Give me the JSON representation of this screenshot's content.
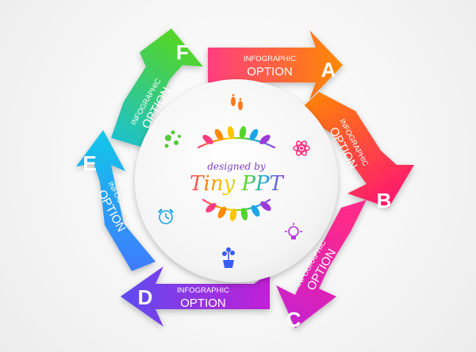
{
  "segments": [
    {
      "letter": "A",
      "line1": "INFOGRAPHIC",
      "line2": "OPTION",
      "color1": "#ff3d7f",
      "color2": "#ff8a00"
    },
    {
      "letter": "B",
      "line1": "INFOGRAPHIC",
      "line2": "OPTION",
      "color1": "#ff8a00",
      "color2": "#ff1e6a"
    },
    {
      "letter": "C",
      "line1": "INFOGRAPHIC",
      "line2": "OPTION",
      "color1": "#ff2a8a",
      "color2": "#c21fd6"
    },
    {
      "letter": "D",
      "line1": "INFOGRAPHIC",
      "line2": "OPTION",
      "color1": "#c21fd6",
      "color2": "#5b4cf0"
    },
    {
      "letter": "E",
      "line1": "INFOGRAPHIC",
      "line2": "OPTION",
      "color1": "#3f7bff",
      "color2": "#12c8e8"
    },
    {
      "letter": "F",
      "line1": "INFOGRAPHIC",
      "line2": "OPTION",
      "color1": "#19c0d8",
      "color2": "#52d42b"
    }
  ],
  "logo": {
    "tagline": "designed by",
    "brand": "Tiny PPT"
  },
  "icons": [
    {
      "name": "footprints-icon",
      "color": "#ff7a1a"
    },
    {
      "name": "atom-icon",
      "color": "#ff2a7a"
    },
    {
      "name": "lightbulb-icon",
      "color": "#b43ad6"
    },
    {
      "name": "potted-plant-icon",
      "color": "#3b5cf0"
    },
    {
      "name": "alarm-clock-icon",
      "color": "#1ba5e6"
    },
    {
      "name": "molecule-icon",
      "color": "#56c93a"
    }
  ]
}
